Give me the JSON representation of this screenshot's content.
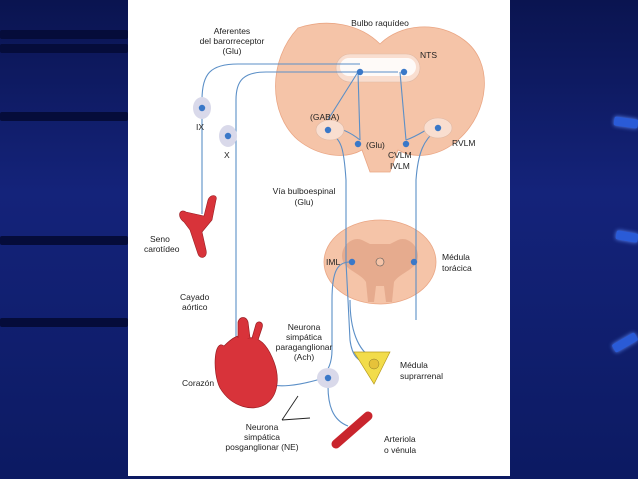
{
  "labels": {
    "bulbo": "Bulbo raquídeo",
    "aferentes_1": "Aferentes",
    "aferentes_2": "del barorreceptor",
    "aferentes_3": "(Glu)",
    "nts": "NTS",
    "ix": "IX",
    "x": "X",
    "gaba": "(GABA)",
    "glu": "(Glu)",
    "rvlm": "RVLM",
    "cvlm": "CVLM",
    "ivlm": "IVLM",
    "via_1": "Vía bulboespinal",
    "via_2": "(Glu)",
    "seno_1": "Seno",
    "seno_2": "carotídeo",
    "iml": "IML",
    "medula_tor_1": "Médula",
    "medula_tor_2": "torácica",
    "cayado_1": "Cayado",
    "cayado_2": "aórtico",
    "neurona_para_1": "Neurona",
    "neurona_para_2": "simpática",
    "neurona_para_3": "paraganglionar",
    "neurona_para_4": "(Ach)",
    "medula_sup_1": "Médula",
    "medula_sup_2": "suprarrenal",
    "corazon": "Corazón",
    "neurona_pos_1": "Neurona",
    "neurona_pos_2": "simpática",
    "neurona_pos_3": "posganglionar (NE)",
    "arteriola_1": "Arteriola",
    "arteriola_2": "o vénula"
  },
  "colors": {
    "background": "#0d1a5c",
    "slide": "#ffffff",
    "medulla": "#f5c4a8",
    "spinal_cord": "#f5c4a8",
    "gray_matter": "#e3a78a",
    "nerve": "#5b8fc7",
    "neuron": "#3a78c8",
    "ganglion": "#d9d9ea",
    "heart": "#d8333a",
    "adrenal": "#f2dc4a",
    "accent_stripe": "#2a5bd7"
  }
}
